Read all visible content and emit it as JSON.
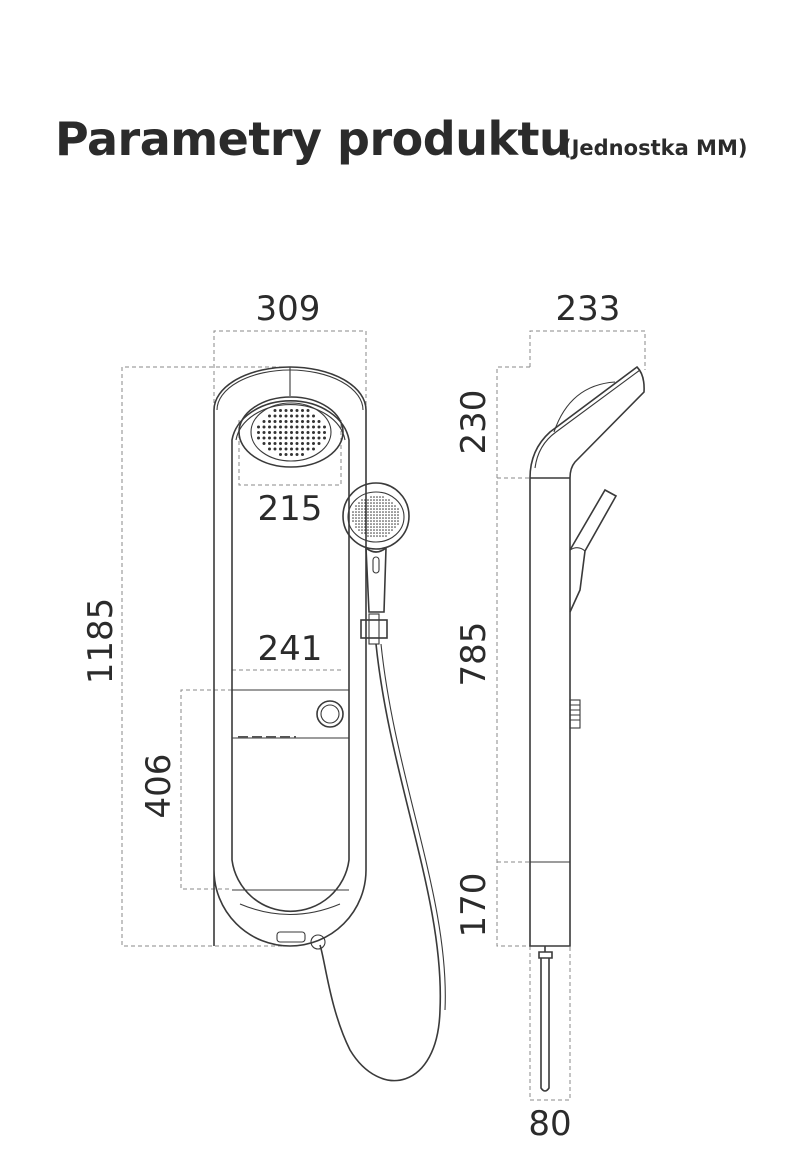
{
  "header": {
    "title": "Parametry produktu",
    "unit_note": "(Jednostka MM)"
  },
  "front_view": {
    "width_total": "309",
    "height_total": "1185",
    "head_shower_width": "215",
    "panel_inner_width": "241",
    "control_section_height": "406"
  },
  "side_view": {
    "depth_total": "233",
    "top_section_height": "230",
    "middle_section_height": "785",
    "bottom_section_height": "170",
    "outlet_length": "80"
  }
}
